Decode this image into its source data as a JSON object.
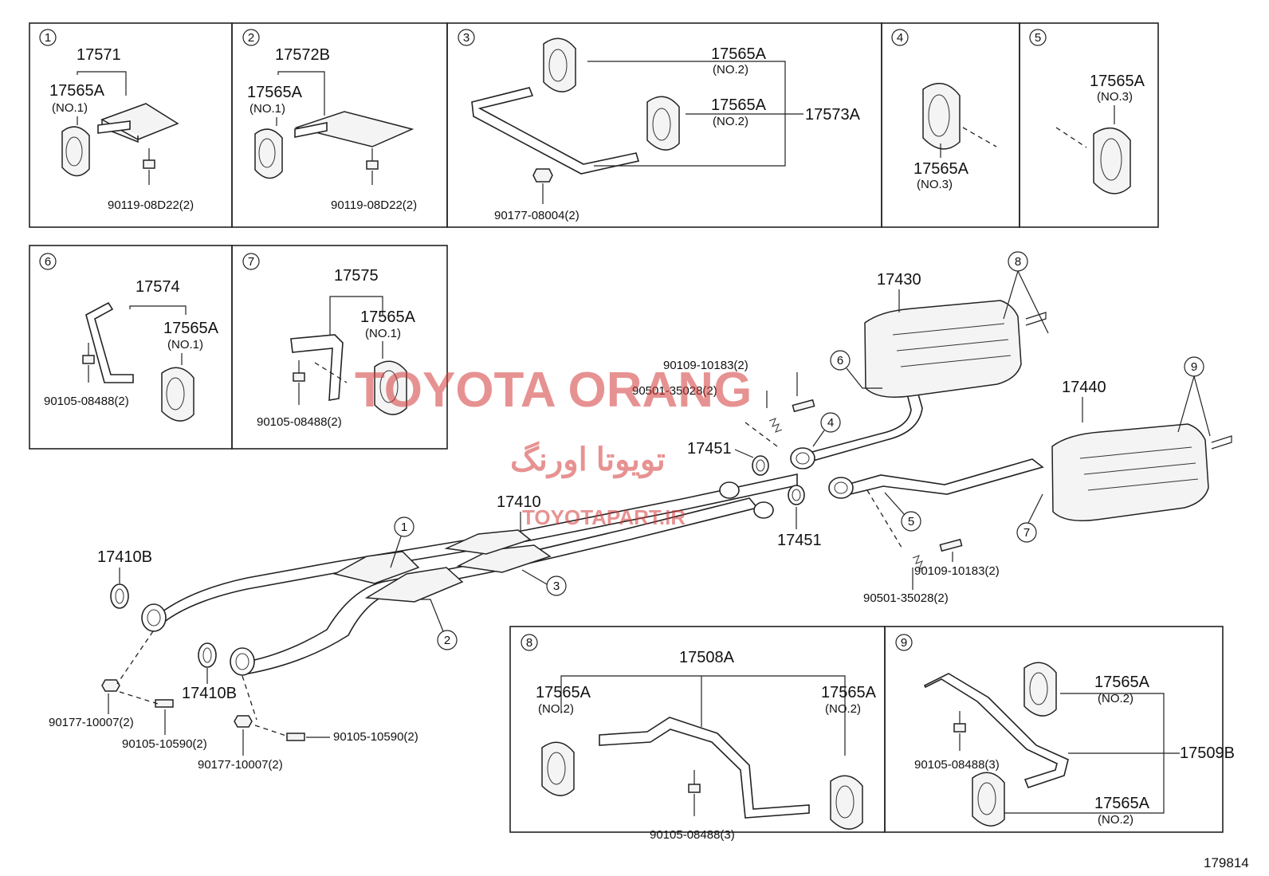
{
  "callouts": [
    "1",
    "2",
    "3",
    "4",
    "5",
    "6",
    "7",
    "8",
    "9"
  ],
  "inset1": {
    "main": "17571",
    "mount": "17565A",
    "mount_sub": "(NO.1)",
    "bolt": "90119-08D22(2)"
  },
  "inset2": {
    "main": "17572B",
    "mount": "17565A",
    "mount_sub": "(NO.1)",
    "bolt": "90119-08D22(2)"
  },
  "inset3": {
    "main": "17573A",
    "mountA": "17565A",
    "mountA_sub": "(NO.2)",
    "mountB": "17565A",
    "mountB_sub": "(NO.2)",
    "nut": "90177-08004(2)"
  },
  "inset4": {
    "mount": "17565A",
    "mount_sub": "(NO.3)"
  },
  "inset5": {
    "mount": "17565A",
    "mount_sub": "(NO.3)"
  },
  "inset6": {
    "main": "17574",
    "mount": "17565A",
    "mount_sub": "(NO.1)",
    "bolt": "90105-08488(2)"
  },
  "inset7": {
    "main": "17575",
    "mount": "17565A",
    "mount_sub": "(NO.1)",
    "bolt": "90105-08488(2)"
  },
  "inset8": {
    "main": "17508A",
    "mountL": "17565A",
    "mountL_sub": "(NO.2)",
    "mountR": "17565A",
    "mountR_sub": "(NO.2)",
    "bolt": "90105-08488(3)"
  },
  "inset9": {
    "main": "17509B",
    "mountA": "17565A",
    "mountA_sub": "(NO.2)",
    "mountB": "17565A",
    "mountB_sub": "(NO.2)",
    "bolt": "90105-08488(3)"
  },
  "main_parts": {
    "p17430": "17430",
    "p17440": "17440",
    "p17410": "17410",
    "p17410B_a": "17410B",
    "p17410B_b": "17410B",
    "p17451_a": "17451",
    "p17451_b": "17451",
    "bolt_a": "90109-10183(2)",
    "spring_a": "90501-35028(2)",
    "bolt_b": "90109-10183(2)",
    "spring_b": "90501-35028(2)",
    "nut_l1": "90177-10007(2)",
    "bolt_l1": "90105-10590(2)",
    "nut_l2": "90177-10007(2)",
    "bolt_l2": "90105-10590(2)"
  },
  "watermark": {
    "title": "TOYOTA ORANG",
    "persian": "تویوتا اورنگ",
    "site": "TOYOTAPART.IR"
  },
  "figure_id": "179814"
}
